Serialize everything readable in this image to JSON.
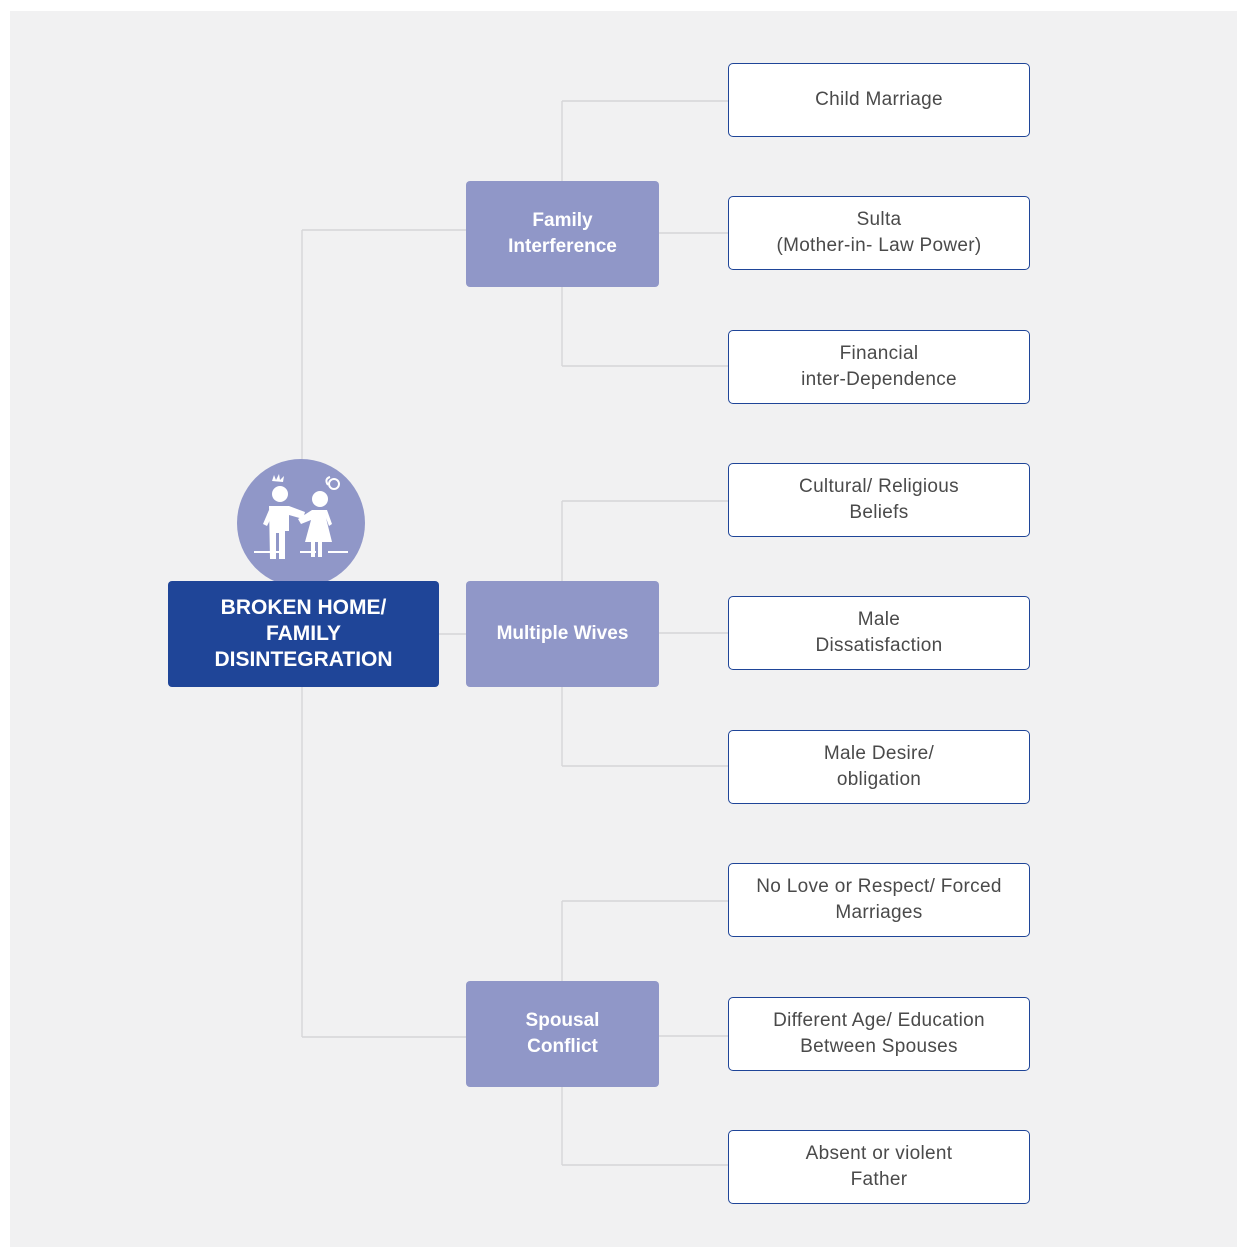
{
  "colors": {
    "root_fill": "#1f4598",
    "category_fill": "#9097c8",
    "leaf_border": "#1f4598",
    "connector": "#d6d6d8",
    "background": "#f1f1f2"
  },
  "root": {
    "label": "BROKEN HOME/\nFAMILY\nDISINTEGRATION",
    "icon": "arguing-couple-icon"
  },
  "categories": [
    {
      "label": "Family\nInterference",
      "items": [
        "Child Marriage",
        "Sulta\n(Mother-in- Law Power)",
        "Financial\ninter-Dependence"
      ]
    },
    {
      "label": "Multiple Wives",
      "items": [
        "Cultural/ Religious\nBeliefs",
        "Male\nDissatisfaction",
        "Male Desire/\nobligation"
      ]
    },
    {
      "label": "Spousal\nConflict",
      "items": [
        "No Love or Respect/ Forced\nMarriages",
        "Different Age/ Education\nBetween Spouses",
        "Absent or violent\nFather"
      ]
    }
  ]
}
